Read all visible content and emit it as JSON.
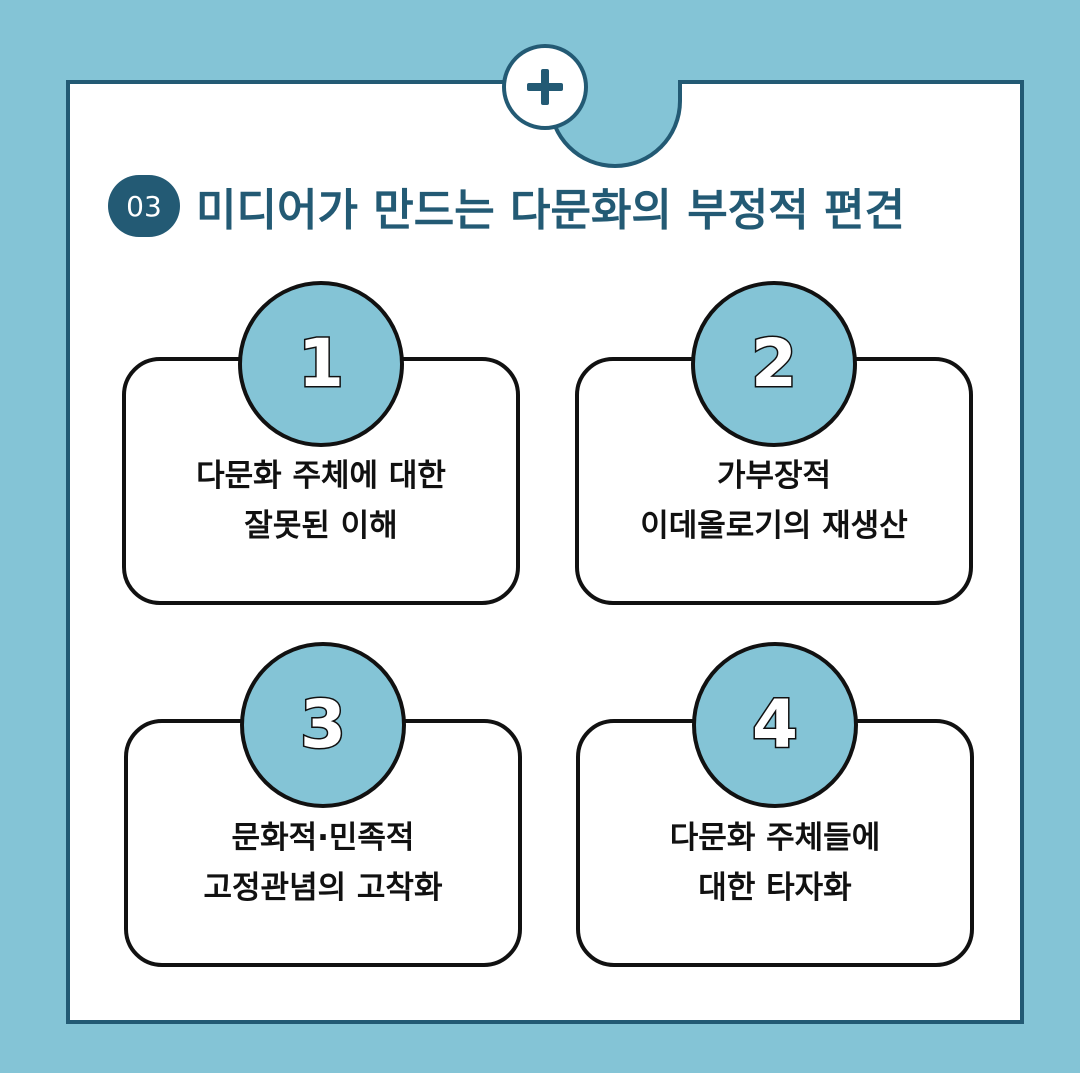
{
  "header": {
    "section_number": "03",
    "title": "미디어가 만드는 다문화의 부정적 편견",
    "plus_icon": "plus-icon"
  },
  "cards": [
    {
      "number": "1",
      "line1": "다문화 주체에 대한",
      "line2": "잘못된 이해"
    },
    {
      "number": "2",
      "line1": "가부장적",
      "line2": "이데올로기의 재생산"
    },
    {
      "number": "3",
      "line1": "문화적·민족적",
      "line2": "고정관념의 고착화"
    },
    {
      "number": "4",
      "line1": "다문화 주체들에",
      "line2": "대한 타자화"
    }
  ],
  "colors": {
    "background": "#84c4d6",
    "accent": "#235a74",
    "outline": "#111111",
    "panel": "#ffffff"
  }
}
